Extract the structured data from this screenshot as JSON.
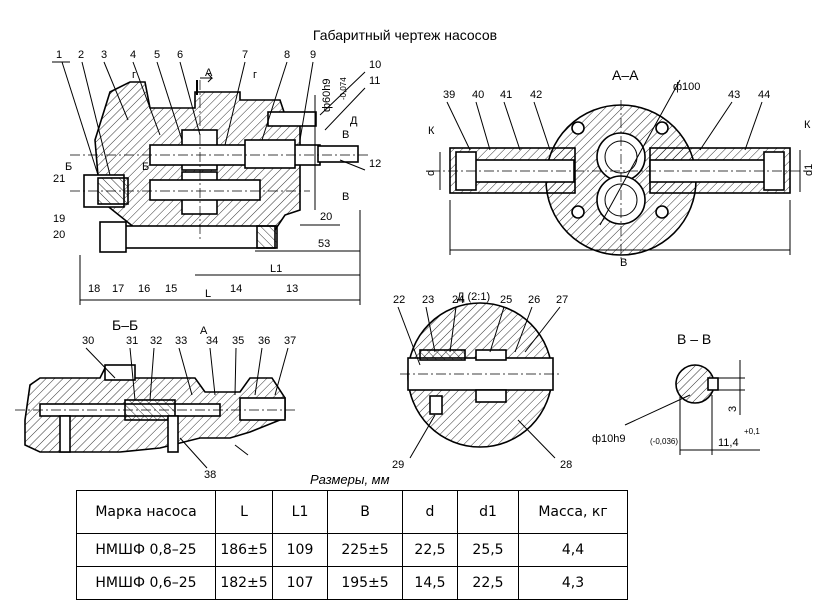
{
  "title": "Габаритный чертеж насосов",
  "view_labels": {
    "section_aa": "А–А",
    "section_bb": "Б–Б",
    "section_vv": "В – В",
    "detail_d": "Д (2:1)",
    "a": "А",
    "b": "Б",
    "v": "В",
    "d": "Д",
    "g": "г",
    "k": "К"
  },
  "part_numbers": [
    "1",
    "2",
    "3",
    "4",
    "5",
    "6",
    "7",
    "8",
    "9",
    "10",
    "11",
    "12",
    "13",
    "14",
    "15",
    "16",
    "17",
    "18",
    "19",
    "20",
    "21",
    "22",
    "23",
    "24",
    "25",
    "26",
    "27",
    "28",
    "29",
    "30",
    "31",
    "32",
    "33",
    "34",
    "35",
    "36",
    "37",
    "38",
    "39",
    "40",
    "41",
    "42",
    "43",
    "44"
  ],
  "dimensions": {
    "shaft_dia": "ф60h9",
    "shaft_tol": "-0,074",
    "d20": "20",
    "d53": "53",
    "L1": "L1",
    "L": "L",
    "B": "B",
    "phi100": "ф100",
    "d": "d",
    "d1": "d1",
    "phi10": "ф10h9",
    "phi10_tol": "(-0,036)",
    "len114": "11,4",
    "len114_tol": "+0,1",
    "three": "3"
  },
  "table": {
    "caption": "Размеры, мм",
    "headers": [
      "Марка насоса",
      "L",
      "L1",
      "B",
      "d",
      "d1",
      "Масса, кг"
    ],
    "rows": [
      [
        "НМШФ 0,8–25",
        "186±5",
        "109",
        "225±5",
        "22,5",
        "25,5",
        "4,4"
      ],
      [
        "НМШФ 0,6–25",
        "182±5",
        "107",
        "195±5",
        "14,5",
        "22,5",
        "4,3"
      ]
    ]
  }
}
